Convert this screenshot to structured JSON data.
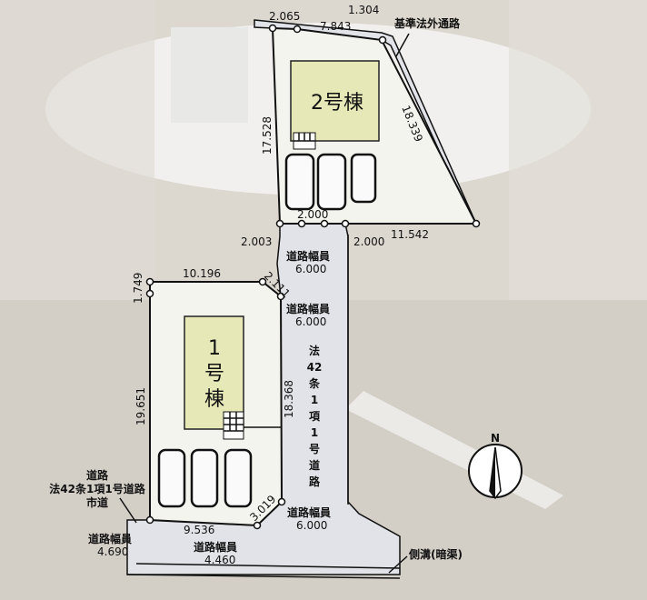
{
  "lot2": {
    "name": "2号棟",
    "dims": {
      "top_left": "2.065",
      "top": "7.843",
      "corner": "1.304",
      "right": "18.339",
      "left": "17.528",
      "bottom": "11.542",
      "gate": "2.000",
      "gate_left": "2.003",
      "gate_right": "2.000"
    },
    "road_label": "基準法外通路"
  },
  "lot1": {
    "name_line1": "1",
    "name_line2": "号",
    "name_line3": "棟",
    "dims": {
      "top": "10.196",
      "top_left": "1.749",
      "corner": "2.111",
      "left": "19.651",
      "right": "18.368",
      "bottom": "9.536",
      "bottom_corner": "3.019"
    }
  },
  "roads": {
    "width_label": "道路幅員",
    "access_width_1": "6.000",
    "access_width_2": "6.000",
    "access_width_3": "6.000",
    "vertical_road_chars": [
      "法",
      "42",
      "条",
      "1",
      "項",
      "1",
      "号",
      "道",
      "路"
    ],
    "city_road_line1": "道路",
    "city_road_line2": "法42条1項1号道路",
    "city_road_line3": "市道",
    "bottom_width_left": "4.690",
    "bottom_width_mid": "4.460",
    "gutter": "側溝(暗渠)"
  },
  "compass": {
    "label": "N"
  }
}
